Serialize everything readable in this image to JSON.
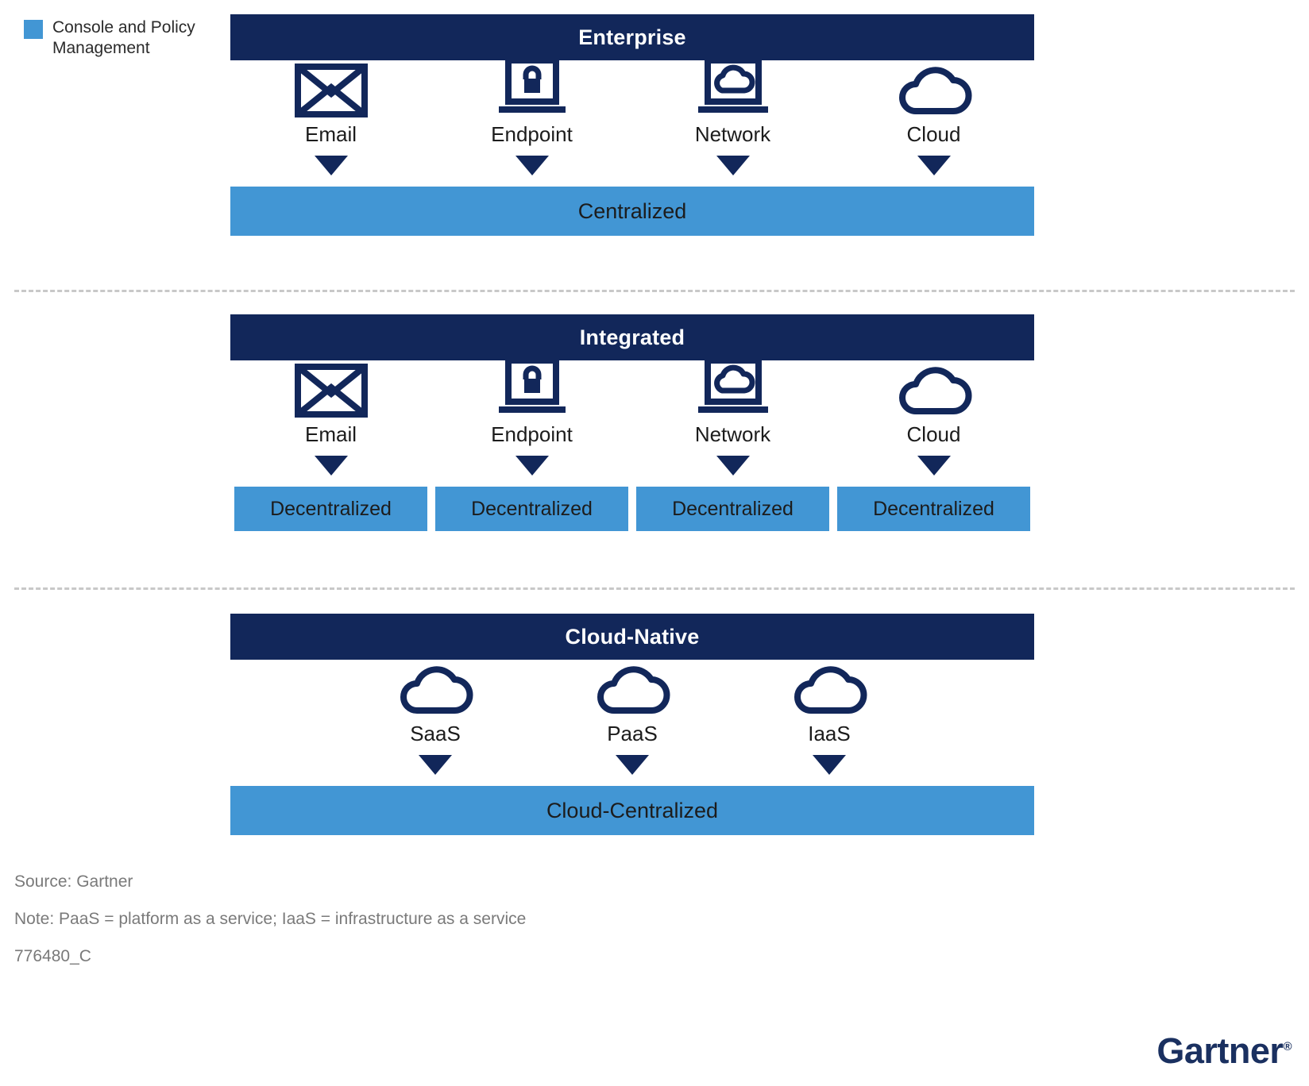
{
  "legend": {
    "label": "Console and Policy Management",
    "swatch_color": "#4296d4",
    "icon": "legend-swatch"
  },
  "colors": {
    "navy": "#12275a",
    "light_blue": "#4296d4",
    "divider_gray": "#c8c8c8",
    "footnote_gray": "#7a7a7a"
  },
  "sections": [
    {
      "key": "enterprise",
      "title": "Enterprise",
      "items": [
        {
          "label": "Email",
          "icon": "envelope-icon"
        },
        {
          "label": "Endpoint",
          "icon": "laptop-lock-icon"
        },
        {
          "label": "Network",
          "icon": "laptop-cloud-icon"
        },
        {
          "label": "Cloud",
          "icon": "cloud-icon"
        }
      ],
      "outcome_style": "single-bar",
      "outcomes": [
        "Centralized"
      ]
    },
    {
      "key": "integrated",
      "title": "Integrated",
      "items": [
        {
          "label": "Email",
          "icon": "envelope-icon"
        },
        {
          "label": "Endpoint",
          "icon": "laptop-lock-icon"
        },
        {
          "label": "Network",
          "icon": "laptop-cloud-icon"
        },
        {
          "label": "Cloud",
          "icon": "cloud-icon"
        }
      ],
      "outcome_style": "split-boxes",
      "outcomes": [
        "Decentralized",
        "Decentralized",
        "Decentralized",
        "Decentralized"
      ]
    },
    {
      "key": "cloud-native",
      "title": "Cloud-Native",
      "items": [
        {
          "label": "SaaS",
          "icon": "cloud-icon"
        },
        {
          "label": "PaaS",
          "icon": "cloud-icon"
        },
        {
          "label": "IaaS",
          "icon": "cloud-icon"
        }
      ],
      "outcome_style": "single-bar",
      "outcomes": [
        "Cloud-Centralized"
      ]
    }
  ],
  "footer": {
    "source": "Source: Gartner",
    "note": "Note: PaaS = platform as a service; IaaS = infrastructure as a service",
    "id": "776480_C",
    "brand": "Gartner",
    "brand_mark": "®"
  }
}
